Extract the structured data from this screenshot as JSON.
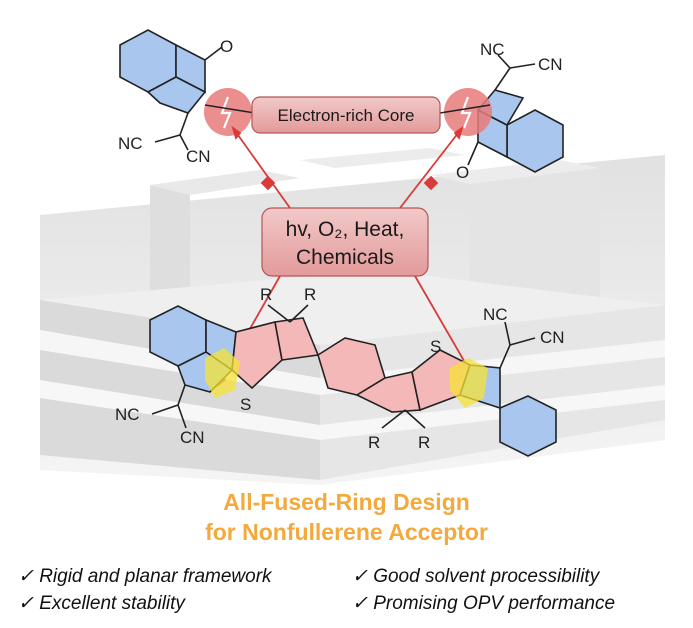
{
  "core_box": {
    "label": "Electron-rich Core"
  },
  "stress_box": {
    "line1": "hv, O₂, Heat,",
    "line2": "Chemicals"
  },
  "labels": {
    "oxygen": "O",
    "nitrile": "NC",
    "nitrile_right": "CN",
    "sulfur": "S",
    "substituent": "R"
  },
  "caption": {
    "line1": "All-Fused-Ring Design",
    "line2": "for Nonfullerene Acceptor"
  },
  "features": [
    {
      "mark": "✓",
      "text": "Rigid and planar framework"
    },
    {
      "mark": "✓",
      "text": "Good solvent processibility"
    },
    {
      "mark": "✓",
      "text": "Excellent stability"
    },
    {
      "mark": "✓",
      "text": "Promising OPV performance"
    }
  ],
  "colors": {
    "caption": "#f3a93c",
    "ring_blue": "#a9c6ef",
    "ring_pink": "#f5b8b8",
    "box_red": "#d98a8a",
    "arrow_red": "#d93a3a",
    "highlight": "#f5e335"
  }
}
